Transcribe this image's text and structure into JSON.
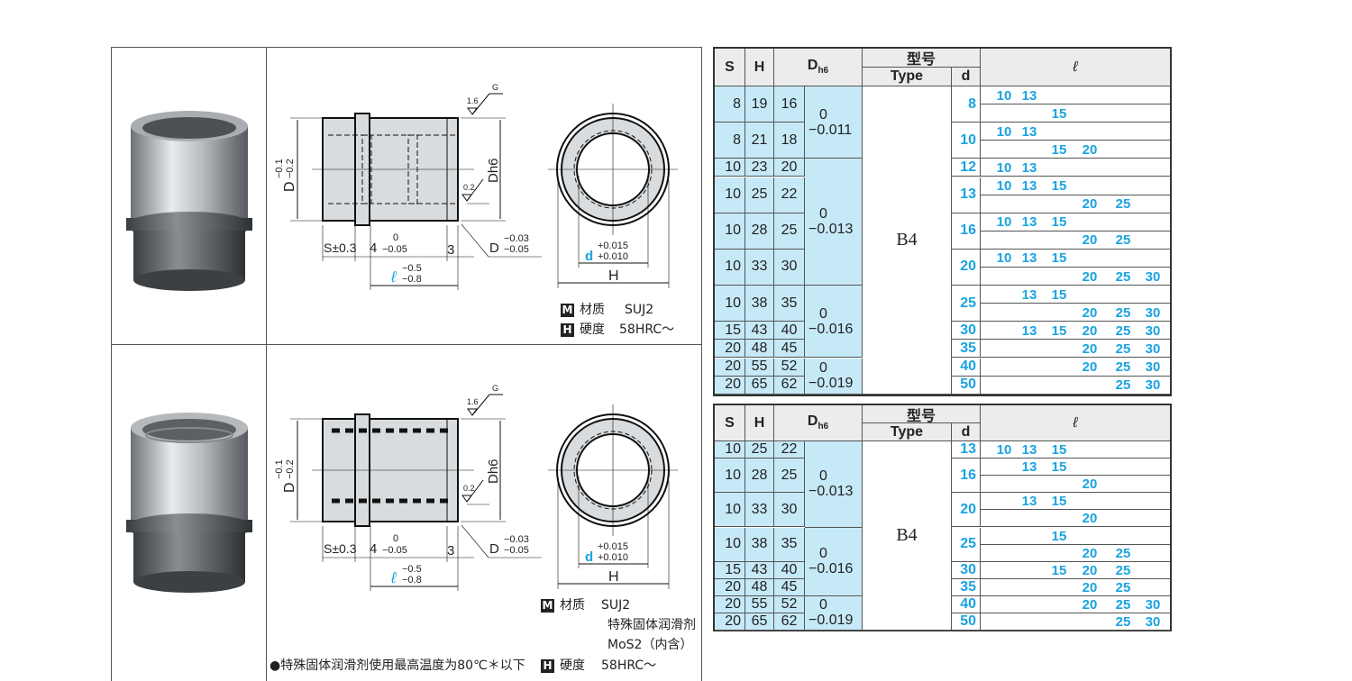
{
  "drawing": {
    "surface_rough_1": "1.6",
    "surface_g": "G",
    "surface_rough_2": "0.2",
    "D_label": "D",
    "D_tol_upper": "−0.1",
    "D_tol_lower": "−0.2",
    "Dh6_label": "Dh6",
    "S_label": "S±0.3",
    "four_label": "4",
    "four_tol_upper": "0",
    "four_tol_lower": "−0.05",
    "three_label": "3",
    "Dchamfer_label": "D",
    "Dchamfer_upper": "−0.03",
    "Dchamfer_lower": "−0.05",
    "l_label": "ℓ",
    "l_tol_upper": "−0.5",
    "l_tol_lower": "−0.8",
    "d_label": "d",
    "d_tol_upper": "+0.015",
    "d_tol_lower": "+0.010",
    "H_label": "H"
  },
  "spec1": {
    "material_badge": "M",
    "material_label": "材质",
    "material_value": "SUJ2",
    "hardness_badge": "H",
    "hardness_label": "硬度",
    "hardness_value": "58HRC～"
  },
  "spec2": {
    "material_badge": "M",
    "material_label": "材质",
    "material_value": "SUJ2",
    "material_value_2": "特殊固体润滑剂",
    "material_value_3": "MoS2（内含）",
    "hardness_badge": "H",
    "hardness_label": "硬度",
    "hardness_value": "58HRC～",
    "note": "●特殊固体润滑剂使用最高温度为80℃＊以下"
  },
  "table_header": {
    "S": "S",
    "H": "H",
    "D": "Dh6",
    "model": "型号",
    "type": "Type",
    "d": "d",
    "l": "ℓ"
  },
  "l_columns": [
    10,
    13,
    15,
    20,
    25,
    30
  ],
  "tables": [
    {
      "type": "B4",
      "rows": [
        {
          "S": "8",
          "H": "19",
          "D": "16",
          "d": "8",
          "l": [
            [
              10,
              13
            ],
            [
              15
            ]
          ]
        },
        {
          "S": "8",
          "H": "21",
          "D": "18",
          "d": "10",
          "l": [
            [
              10,
              13
            ],
            [
              15,
              20
            ]
          ]
        },
        {
          "S": "10",
          "H": "23",
          "D": "20",
          "d": "12",
          "l": [
            [
              10,
              13
            ]
          ]
        },
        {
          "S": "10",
          "H": "25",
          "D": "22",
          "d": "13",
          "l": [
            [
              10,
              13,
              15
            ],
            [
              20,
              25
            ]
          ]
        },
        {
          "S": "10",
          "H": "28",
          "D": "25",
          "d": "16",
          "l": [
            [
              10,
              13,
              15
            ],
            [
              20,
              25
            ]
          ]
        },
        {
          "S": "10",
          "H": "33",
          "D": "30",
          "d": "20",
          "l": [
            [
              10,
              13,
              15
            ],
            [
              20,
              25,
              30
            ]
          ]
        },
        {
          "S": "10",
          "H": "38",
          "D": "35",
          "d": "25",
          "l": [
            [
              13,
              15
            ],
            [
              20,
              25,
              30
            ]
          ]
        },
        {
          "S": "15",
          "H": "43",
          "D": "40",
          "d": "30",
          "l": [
            [
              13,
              15,
              20,
              25,
              30
            ]
          ]
        },
        {
          "S": "20",
          "H": "48",
          "D": "45",
          "d": "35",
          "l": [
            [
              20,
              25,
              30
            ]
          ]
        },
        {
          "S": "20",
          "H": "55",
          "D": "52",
          "d": "40",
          "l": [
            [
              20,
              25,
              30
            ]
          ]
        },
        {
          "S": "20",
          "H": "65",
          "D": "62",
          "d": "50",
          "l": [
            [
              25,
              30
            ]
          ]
        }
      ],
      "tolerances": [
        {
          "upper": "0",
          "lower": "−0.011",
          "rows": 2
        },
        {
          "upper": "0",
          "lower": "−0.013",
          "rows": 4
        },
        {
          "upper": "0",
          "lower": "−0.016",
          "rows": 3
        },
        {
          "upper": "0",
          "lower": "−0.019",
          "rows": 2
        }
      ]
    },
    {
      "type": "B4",
      "rows": [
        {
          "S": "10",
          "H": "25",
          "D": "22",
          "d": "13",
          "l": [
            [
              10,
              13,
              15
            ]
          ]
        },
        {
          "S": "10",
          "H": "28",
          "D": "25",
          "d": "16",
          "l": [
            [
              13,
              15
            ],
            [
              20
            ]
          ]
        },
        {
          "S": "10",
          "H": "33",
          "D": "30",
          "d": "20",
          "l": [
            [
              13,
              15
            ],
            [
              20
            ]
          ]
        },
        {
          "S": "10",
          "H": "38",
          "D": "35",
          "d": "25",
          "l": [
            [
              15
            ],
            [
              20,
              25
            ]
          ]
        },
        {
          "S": "15",
          "H": "43",
          "D": "40",
          "d": "30",
          "l": [
            [
              15,
              20,
              25
            ]
          ]
        },
        {
          "S": "20",
          "H": "48",
          "D": "45",
          "d": "35",
          "l": [
            [
              20,
              25
            ]
          ]
        },
        {
          "S": "20",
          "H": "55",
          "D": "52",
          "d": "40",
          "l": [
            [
              20,
              25,
              30
            ]
          ]
        },
        {
          "S": "20",
          "H": "65",
          "D": "62",
          "d": "50",
          "l": [
            [
              25,
              30
            ]
          ]
        }
      ],
      "tolerances": [
        {
          "upper": "0",
          "lower": "−0.013",
          "rows": 3
        },
        {
          "upper": "0",
          "lower": "−0.016",
          "rows": 3
        },
        {
          "upper": "0",
          "lower": "−0.019",
          "rows": 2
        }
      ]
    }
  ],
  "colors": {
    "accent": "#1aa3e0",
    "table_fill": "#c6e9f8",
    "header_fill": "#ececec"
  }
}
